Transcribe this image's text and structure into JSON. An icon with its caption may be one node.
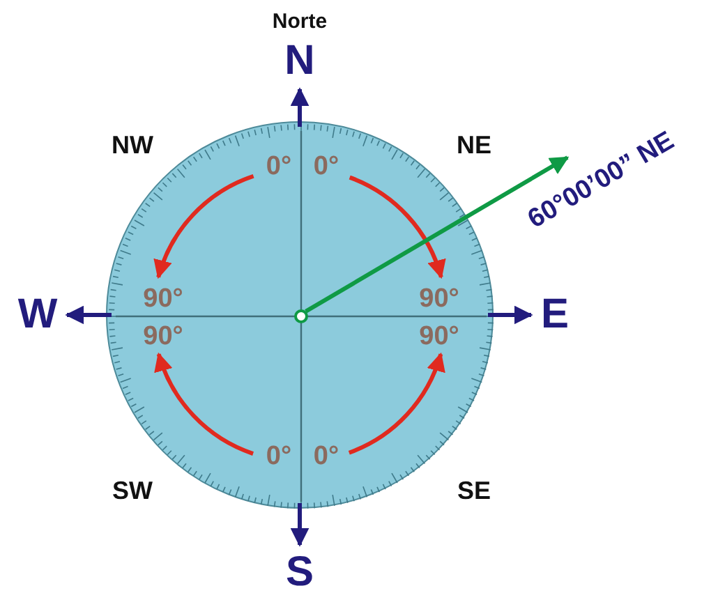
{
  "diagram": {
    "nodes": [
      {
        "text": [],
        "shape": "circle"
      },
      {
        "text": [],
        "shape": "circle",
        "in": 0
      },
      {
        "text": [
          "N"
        ],
        "beside": [
          "Norte"
        ]
      },
      {
        "text": [
          "E"
        ]
      },
      {
        "text": [
          "S"
        ]
      },
      {
        "text": [
          "W"
        ]
      },
      {
        "text": [
          "0°"
        ],
        "in": 0
      },
      {
        "text": [
          "0°"
        ],
        "in": 0
      },
      {
        "text": [
          "90°"
        ],
        "in": 0
      },
      {
        "text": [
          "90°"
        ],
        "in": 0
      },
      {
        "text": [
          "90°"
        ],
        "in": 0
      },
      {
        "text": [
          "90°"
        ],
        "in": 0
      },
      {
        "text": [
          "0°"
        ],
        "in": 0
      },
      {
        "text": [
          "0°"
        ],
        "in": 0
      }
    ],
    "edges": [
      {
        "from": 0,
        "to": 2,
        "arrow": "to",
        "color": "#221c7d"
      },
      {
        "from": 0,
        "to": 3,
        "arrow": "to",
        "color": "#221c7d"
      },
      {
        "from": 0,
        "to": 4,
        "arrow": "to",
        "color": "#221c7d"
      },
      {
        "from": 0,
        "to": 5,
        "arrow": "to",
        "color": "#221c7d"
      },
      {
        "from": 7,
        "to": 9,
        "arrow": "to",
        "color": "#e02a1f"
      },
      {
        "from": 6,
        "to": 8,
        "arrow": "to",
        "color": "#e02a1f"
      },
      {
        "from": 12,
        "to": 10,
        "arrow": "to",
        "color": "#e02a1f"
      },
      {
        "from": 13,
        "to": 11,
        "arrow": "to",
        "color": "#e02a1f"
      },
      {
        "from": 1,
        "to": null,
        "arrow": "to",
        "color": "#0f9a45",
        "label": "60°00’00” NE"
      }
    ],
    "labels": [
      "NW",
      "NE",
      "SW",
      "SE"
    ]
  }
}
